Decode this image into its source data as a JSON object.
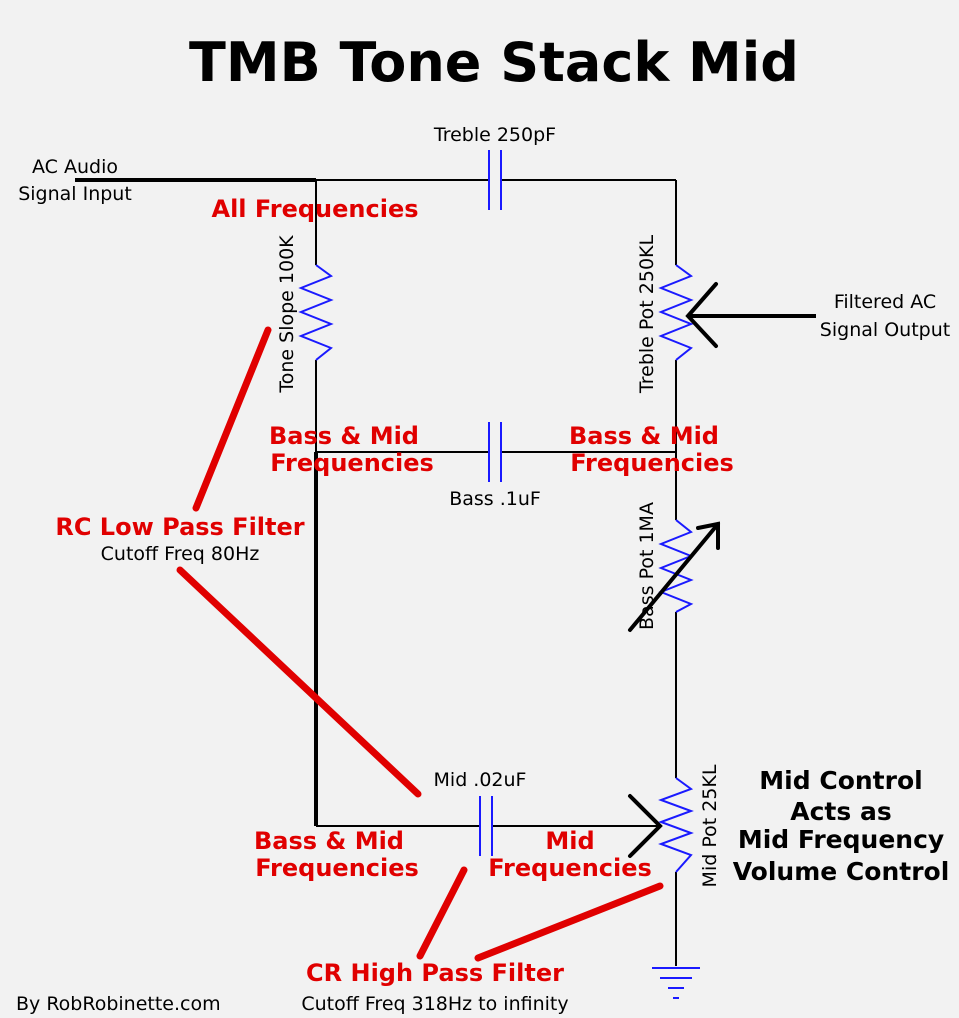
{
  "title": "TMB Tone Stack Mid",
  "input": {
    "line1": "AC Audio",
    "line2": "Signal Input"
  },
  "output": {
    "line1": "Filtered AC",
    "line2": "Signal Output"
  },
  "components": {
    "treble_cap": "Treble 250pF",
    "bass_cap": "Bass .1uF",
    "mid_cap": "Mid .02uF",
    "tone_slope": "Tone Slope 100K",
    "treble_pot": "Treble  Pot  250KL",
    "bass_pot": "Bass  Pot  1MA",
    "mid_pot": "Mid  Pot  25KL"
  },
  "annotations": {
    "all_freq": "All Frequencies",
    "bass_mid_left_1": "Bass & Mid",
    "bass_mid_left_2": "Frequencies",
    "bass_mid_right_1": "Bass & Mid",
    "bass_mid_right_2": "Frequencies",
    "bass_mid_bottom_1": "Bass & Mid",
    "bass_mid_bottom_2": "Frequencies",
    "mid_freq_1": "Mid",
    "mid_freq_2": "Frequencies",
    "rc_title": "RC Low Pass Filter",
    "rc_sub": "Cutoff Freq 80Hz",
    "cr_title": "CR High Pass Filter",
    "cr_sub": "Cutoff Freq 318Hz to infinity",
    "mid_control_1": "Mid Control",
    "mid_control_2": "Acts as",
    "mid_control_3": "Mid Frequency",
    "mid_control_4": "Volume Control"
  },
  "credit": "By RobRobinette.com",
  "colors": {
    "wire": "#000000",
    "component": "#1a1aff",
    "highlight": "#e00000",
    "background": "#f2f2f2"
  }
}
